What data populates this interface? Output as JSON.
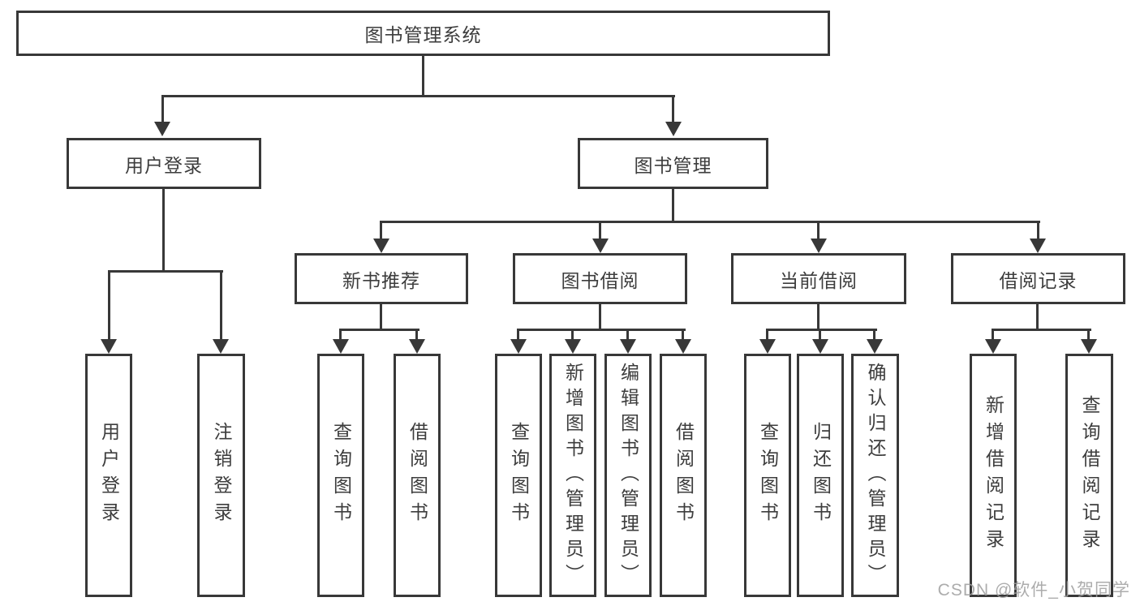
{
  "diagram": {
    "title": "图书管理系统",
    "tree": {
      "root": {
        "label": "图书管理系统"
      },
      "branches": [
        {
          "label": "用户登录",
          "children": [
            {
              "label": "用户登录"
            },
            {
              "label": "注销登录"
            }
          ]
        },
        {
          "label": "图书管理",
          "children": [
            {
              "label": "新书推荐",
              "children": [
                {
                  "label": "查询图书"
                },
                {
                  "label": "借阅图书"
                }
              ]
            },
            {
              "label": "图书借阅",
              "children": [
                {
                  "label": "查询图书"
                },
                {
                  "label": "新增图书（管理员）"
                },
                {
                  "label": "编辑图书（管理员）"
                },
                {
                  "label": "借阅图书"
                }
              ]
            },
            {
              "label": "当前借阅",
              "children": [
                {
                  "label": "查询图书"
                },
                {
                  "label": "归还图书"
                },
                {
                  "label": "确认归还（管理员）"
                }
              ]
            },
            {
              "label": "借阅记录",
              "children": [
                {
                  "label": "新增借阅记录"
                },
                {
                  "label": "查询借阅记录"
                }
              ]
            }
          ]
        }
      ]
    },
    "colors": {
      "line": "#383838",
      "text": "#3d3d3d",
      "background": "#ffffff",
      "watermark": "#9e9e9e"
    }
  },
  "watermark": "CSDN @软件_小贺同学"
}
